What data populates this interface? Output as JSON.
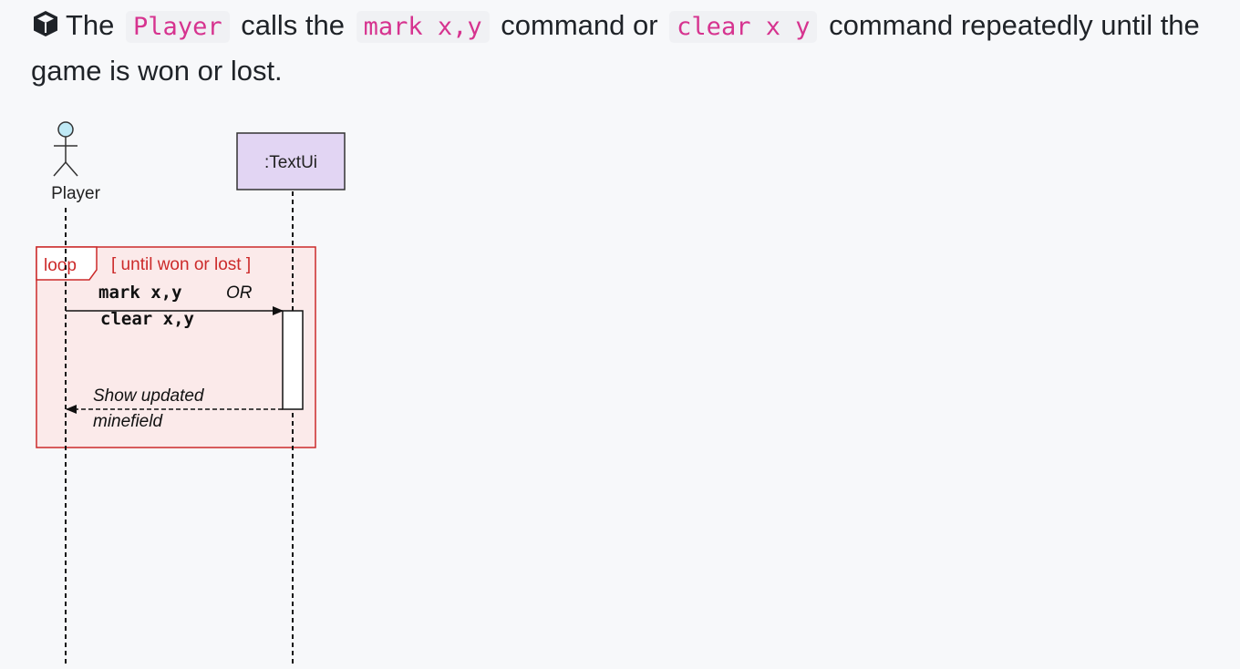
{
  "paragraph": {
    "icon": "box-icon",
    "text_1": "The",
    "code_1": "Player",
    "text_2": "calls the",
    "code_2": "mark x,y",
    "text_3": "command or",
    "code_3": "clear x y",
    "text_4": "command repeatedly until the game is won or lost."
  },
  "diagram": {
    "actor_label": "Player",
    "object_label": ":TextUi",
    "fragment_keyword": "loop",
    "fragment_guard": "[ until won or lost ]",
    "message_line_1": "mark x,y",
    "message_or": "OR",
    "message_line_2": "clear x,y",
    "return_line_1": "Show updated",
    "return_line_2": "minefield",
    "colors": {
      "fragment_border": "#cc2a2a",
      "fragment_fill": "#fbeaea",
      "object_fill": "#e2d5f3",
      "actor_head_fill": "#bfe9f5"
    }
  }
}
